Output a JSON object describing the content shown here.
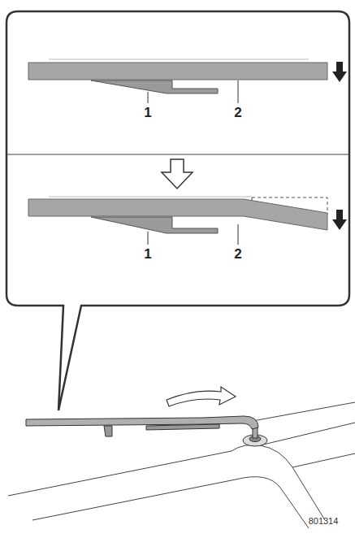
{
  "diagram": {
    "labels": [
      "1",
      "2",
      "1",
      "2",
      "801314"
    ]
  }
}
